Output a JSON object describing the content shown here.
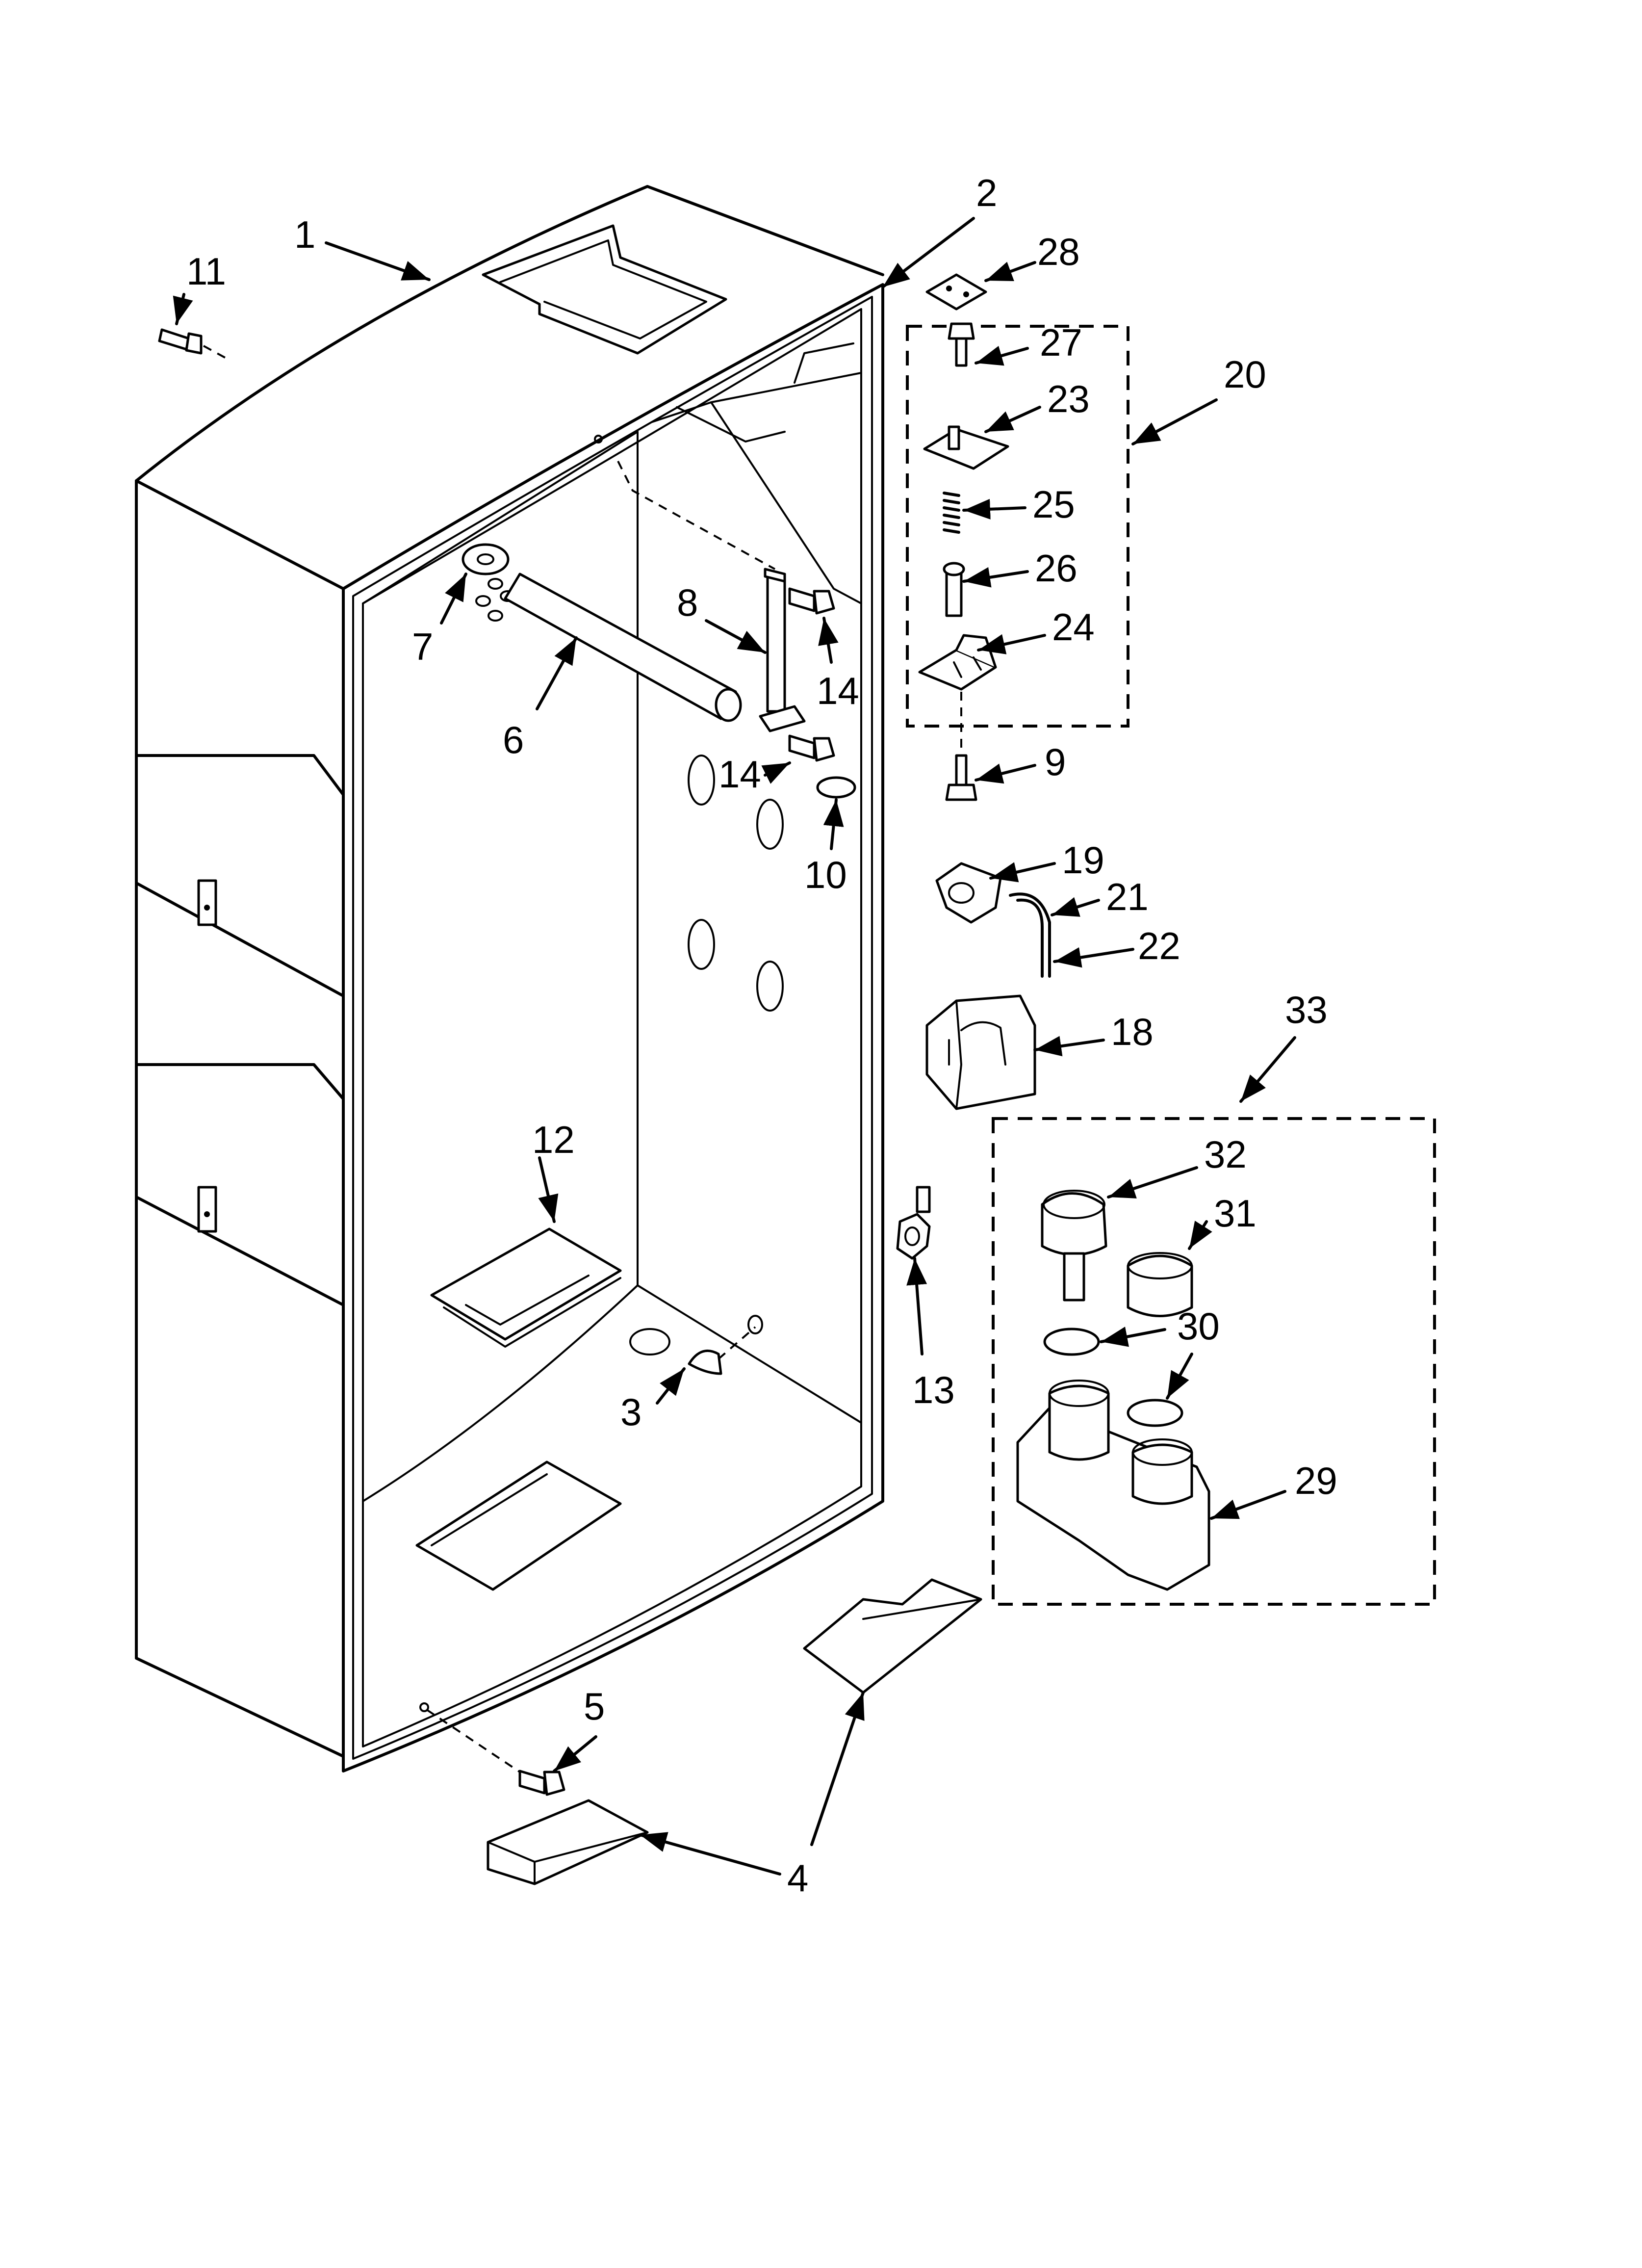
{
  "callouts": [
    {
      "id": "1",
      "label": "1"
    },
    {
      "id": "2",
      "label": "2"
    },
    {
      "id": "3",
      "label": "3"
    },
    {
      "id": "4",
      "label": "4"
    },
    {
      "id": "5",
      "label": "5"
    },
    {
      "id": "6",
      "label": "6"
    },
    {
      "id": "7",
      "label": "7"
    },
    {
      "id": "8",
      "label": "8"
    },
    {
      "id": "9",
      "label": "9"
    },
    {
      "id": "10",
      "label": "10"
    },
    {
      "id": "11",
      "label": "11"
    },
    {
      "id": "12",
      "label": "12"
    },
    {
      "id": "13",
      "label": "13"
    },
    {
      "id": "14a",
      "label": "14"
    },
    {
      "id": "14b",
      "label": "14"
    },
    {
      "id": "18",
      "label": "18"
    },
    {
      "id": "19",
      "label": "19"
    },
    {
      "id": "20",
      "label": "20"
    },
    {
      "id": "21",
      "label": "21"
    },
    {
      "id": "22",
      "label": "22"
    },
    {
      "id": "23",
      "label": "23"
    },
    {
      "id": "24",
      "label": "24"
    },
    {
      "id": "25",
      "label": "25"
    },
    {
      "id": "26",
      "label": "26"
    },
    {
      "id": "27",
      "label": "27"
    },
    {
      "id": "28",
      "label": "28"
    },
    {
      "id": "29",
      "label": "29"
    },
    {
      "id": "30",
      "label": "30"
    },
    {
      "id": "31",
      "label": "31"
    },
    {
      "id": "32",
      "label": "32"
    },
    {
      "id": "33",
      "label": "33"
    }
  ]
}
